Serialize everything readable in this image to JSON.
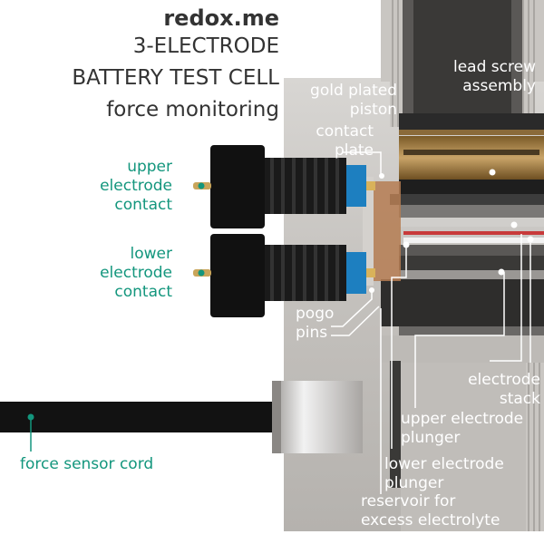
{
  "header": {
    "brand": "redox.me",
    "title_line1": "3-ELECTRODE",
    "title_line2": "BATTERY TEST CELL",
    "subtitle": "force monitoring"
  },
  "colors": {
    "accent_green": "#13967d",
    "label_white": "#ffffff",
    "brand_dot": "#e8552a",
    "steel": "#c7c4c0",
    "connector_black": "#111111",
    "pin_blue": "#1d7fc0"
  },
  "labels": {
    "lead_screw": [
      "lead screw",
      "assembly"
    ],
    "gold_piston": [
      "gold plated",
      "piston"
    ],
    "contact_plate": [
      "contact",
      "plate"
    ],
    "pogo_pins": [
      "pogo",
      "pins"
    ],
    "upper_contact": [
      "upper",
      "electrode",
      "contact"
    ],
    "lower_contact": [
      "lower",
      "electrode",
      "contact"
    ],
    "electrode_stack": [
      "electrode",
      "stack"
    ],
    "upper_plunger": [
      "upper electrode",
      "plunger"
    ],
    "lower_plunger": [
      "lower electrode",
      "plunger"
    ],
    "reservoir": [
      "reservoir for",
      "excess electrolyte"
    ],
    "force_cord": "force sensor cord"
  }
}
